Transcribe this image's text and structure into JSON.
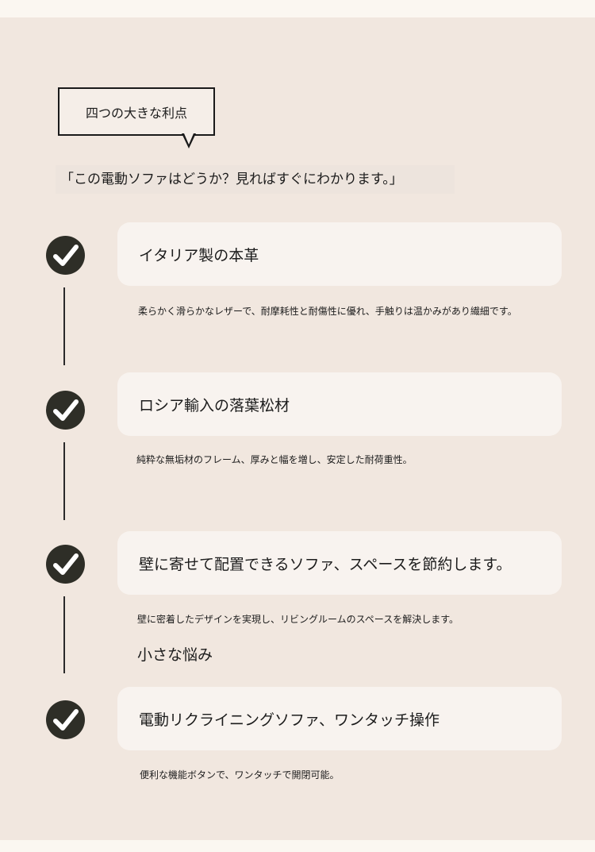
{
  "header_bubble": "四つの大きな利点",
  "quote": "「この電動ソファはどうか？見ればすぐにわかります。」",
  "features": [
    {
      "title": "イタリア製の本革",
      "description": "柔らかく滑らかなレザーで、耐摩耗性と耐傷性に優れ、手触りは温かみがあり繊細です。"
    },
    {
      "title": "ロシア輸入の落葉松材",
      "description": "純粋な無垢材のフレーム、厚みと幅を増し、安定した耐荷重性。"
    },
    {
      "title": "壁に寄せて配置できるソファ、スペースを節約します。",
      "description": "壁に密着したデザインを実現し、リビングルームのスペースを解決します。"
    },
    {
      "title": "電動リクライニングソファ、ワンタッチ操作",
      "description": "便利な機能ボタンで、ワンタッチで開閉可能。"
    }
  ],
  "subheading": "小さな悩み",
  "colors": {
    "background": "#f1e7df",
    "check": "#2e2e27",
    "card": "#f8f3ef"
  }
}
